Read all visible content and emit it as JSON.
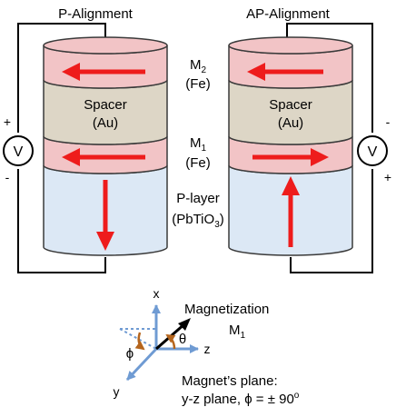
{
  "titles": {
    "left": "P-Alignment",
    "right": "AP-Alignment"
  },
  "labels": {
    "m2_name": "M",
    "m2_sub": "2",
    "m2_material": "(Fe)",
    "m1_name": "M",
    "m1_sub": "1",
    "m1_material": "(Fe)",
    "spacer_name": "Spacer",
    "spacer_material": "(Au)",
    "player_name": "P-layer",
    "player_open": "(PbTiO",
    "player_sub": "3",
    "player_close": ")"
  },
  "voltmeter": {
    "symbol": "V",
    "left_top_sign": "+",
    "left_bottom_sign": "-",
    "right_top_sign": "-",
    "right_bottom_sign": "+"
  },
  "axes_inset": {
    "x_label": "x",
    "y_label": "y",
    "z_label": "z",
    "phi_symbol": "ϕ",
    "theta_symbol": "θ",
    "magnetization_label": "Magnetization",
    "m1_name": "M",
    "m1_sub": "1",
    "plane_line1": "Magnet’s plane:",
    "plane_line2_prefix": "y-z plane, ",
    "plane_line2_phi": "ϕ",
    "plane_line2_rest": " = ± 90",
    "plane_line2_degree": "o"
  },
  "colors": {
    "magnet_layer": "#f2c4c6",
    "spacer_layer": "#ddd6c6",
    "player_layer": "#dce8f5",
    "arrow_red": "#ee1c1c",
    "axis_blue": "#6f9bd3",
    "angle_brown": "#b5651d",
    "outline": "#3a3a3a"
  }
}
